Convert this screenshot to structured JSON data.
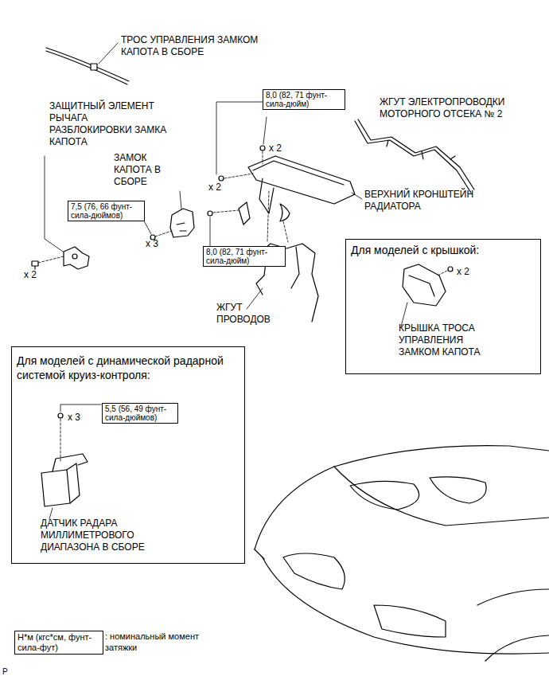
{
  "diagram": {
    "nodes": [
      {
        "text": [
          "8,0 (82, 71 фунт-сила-дюйм)"
        ]
      },
      {
        "text": [
          "7,5 (76, 66 фунт-сила-дюймов)"
        ]
      },
      {
        "text": [
          "8,0 (82, 71 фунт-сила-дюйм)"
        ]
      },
      {
        "text": [
          "Для моделей с крышкой:",
          "x 2",
          "КРЫШКА ТРОСА УПРАВЛЕНИЯ ЗАМКОМ КАПОТА"
        ]
      },
      {
        "text": [
          "Для моделей с динамической радарной системой круиз-контроля:",
          "x 3",
          "ДАТЧИК РАДАРА МИЛЛИМЕТРОВОГО ДИАПАЗОНА В СБОРЕ"
        ]
      },
      {
        "text": [
          "5,5 (56, 49 фунт-сила-дюймов)"
        ],
        "in": 4
      },
      {
        "text": [
          "Н*м (кгс*см, фунт-сила-фут)"
        ]
      }
    ],
    "labels": [
      "ТРОС УПРАВЛЕНИЯ ЗАМКОМ КАПОТА В СБОРЕ",
      "ЗАЩИТНЫЙ ЭЛЕМЕНТ РЫЧАГА РАЗБЛОКИРОВКИ ЗАМКА КАПОТА",
      "ЖГУТ ЭЛЕКТРОПРОВОДКИ МОТОРНОГО ОТСЕКА № 2",
      "x 2",
      "ЗАМОК КАПОТА В СБОРЕ",
      "x 2",
      "ВЕРХНИЙ КРОНШТЕЙН РАДИАТОРА",
      "x 3",
      "x 2",
      "ЖГУТ ПРОВОДОВ",
      ": номинальный момент затяжки",
      "P"
    ]
  }
}
